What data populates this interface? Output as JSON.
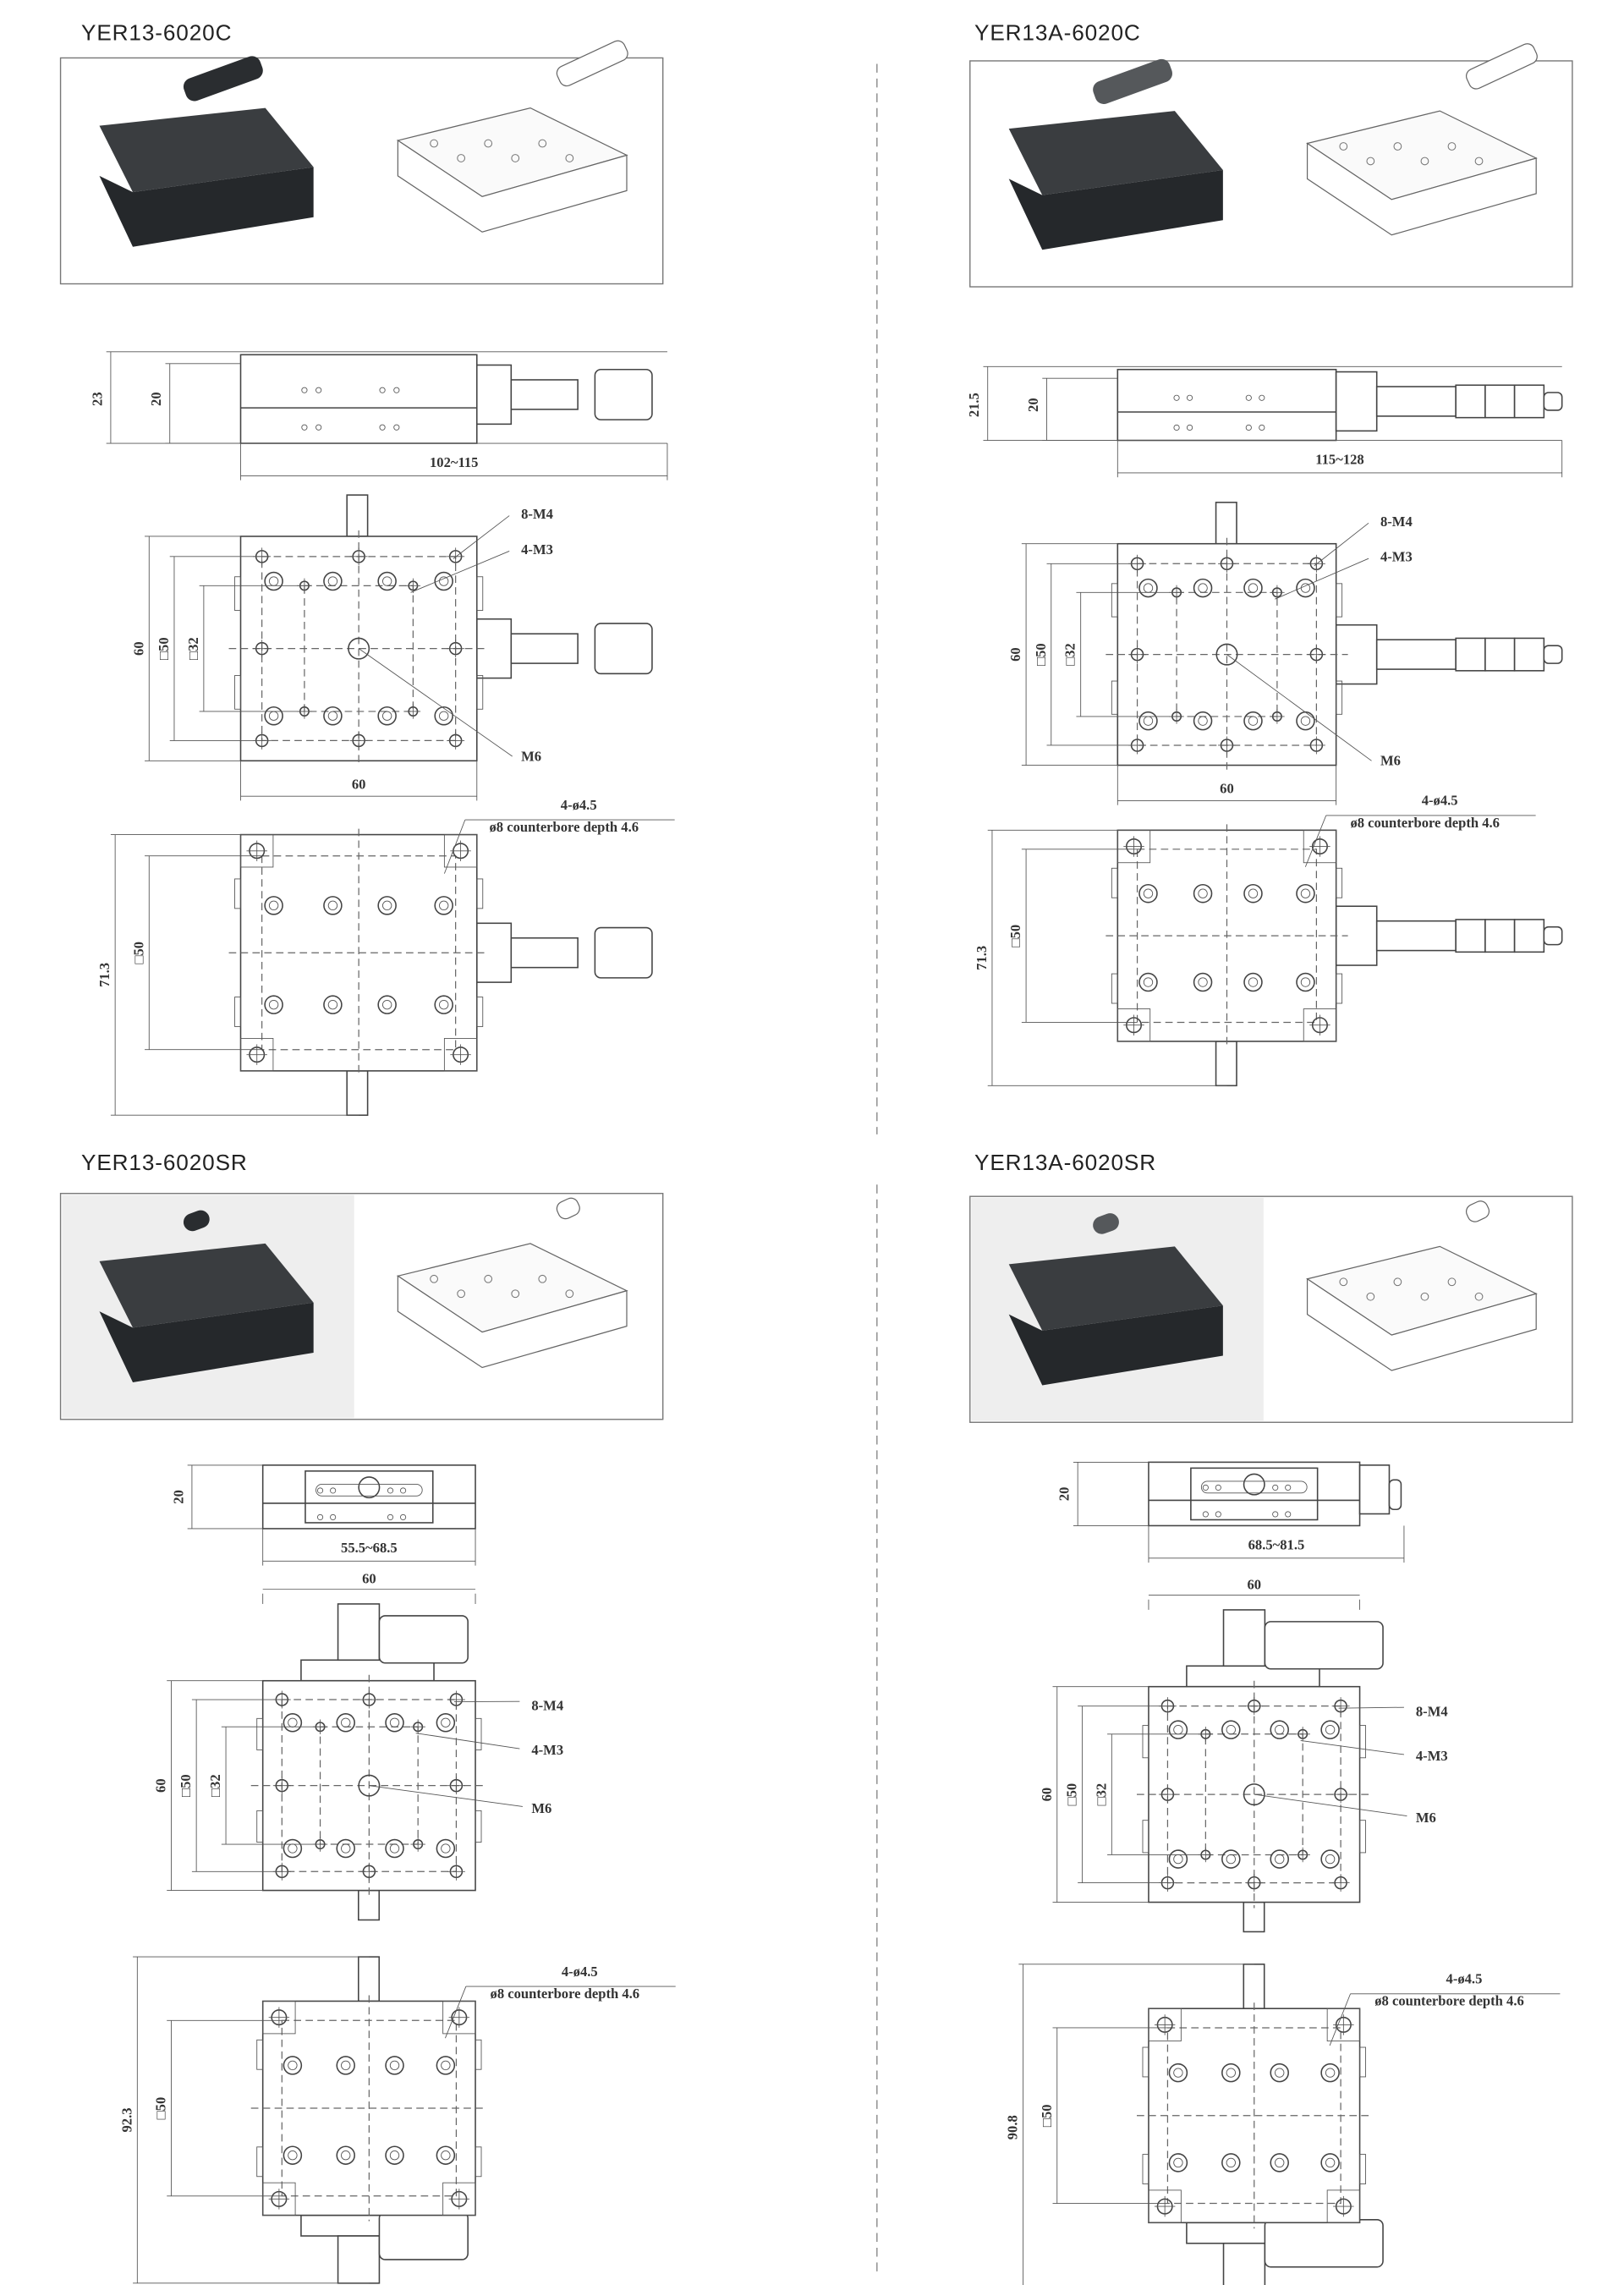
{
  "products": [
    {
      "model": "YER13-6020C",
      "side": {
        "height_total": "23",
        "height": "20",
        "length": "102~115"
      },
      "top": {
        "holes_a": "8-M4",
        "holes_b": "4-M3",
        "center": "M6",
        "height": "60",
        "square_outer": "□50",
        "square_inner": "□32",
        "width": "60"
      },
      "bottom": {
        "holes": "4-ø4.5",
        "counterbore": "ø8 counterbore depth 4.6",
        "height": "71.3",
        "square": "□50"
      }
    },
    {
      "model": "YER13A-6020C",
      "side": {
        "height_total": "21.5",
        "height": "20",
        "length": "115~128"
      },
      "top": {
        "holes_a": "8-M4",
        "holes_b": "4-M3",
        "center": "M6",
        "height": "60",
        "square_outer": "□50",
        "square_inner": "□32",
        "width": "60"
      },
      "bottom": {
        "holes": "4-ø4.5",
        "counterbore": "ø8 counterbore depth 4.6",
        "height": "71.3",
        "square": "□50"
      }
    },
    {
      "model": "YER13-6020SR",
      "side": {
        "height": "20",
        "length": "55.5~68.5"
      },
      "top": {
        "holes_a": "8-M4",
        "holes_b": "4-M3",
        "center": "M6",
        "height": "60",
        "square_outer": "□50",
        "square_inner": "□32",
        "width": "60"
      },
      "bottom": {
        "holes": "4-ø4.5",
        "counterbore": "ø8 counterbore depth 4.6",
        "height": "92.3",
        "square": "□50"
      }
    },
    {
      "model": "YER13A-6020SR",
      "side": {
        "height": "20",
        "length": "68.5~81.5"
      },
      "top": {
        "holes_a": "8-M4",
        "holes_b": "4-M3",
        "center": "M6",
        "height": "60",
        "square_outer": "□50",
        "square_inner": "□32",
        "width": "60"
      },
      "bottom": {
        "holes": "4-ø4.5",
        "counterbore": "ø8 counterbore depth 4.6",
        "height": "90.8",
        "square": "□50"
      }
    }
  ]
}
